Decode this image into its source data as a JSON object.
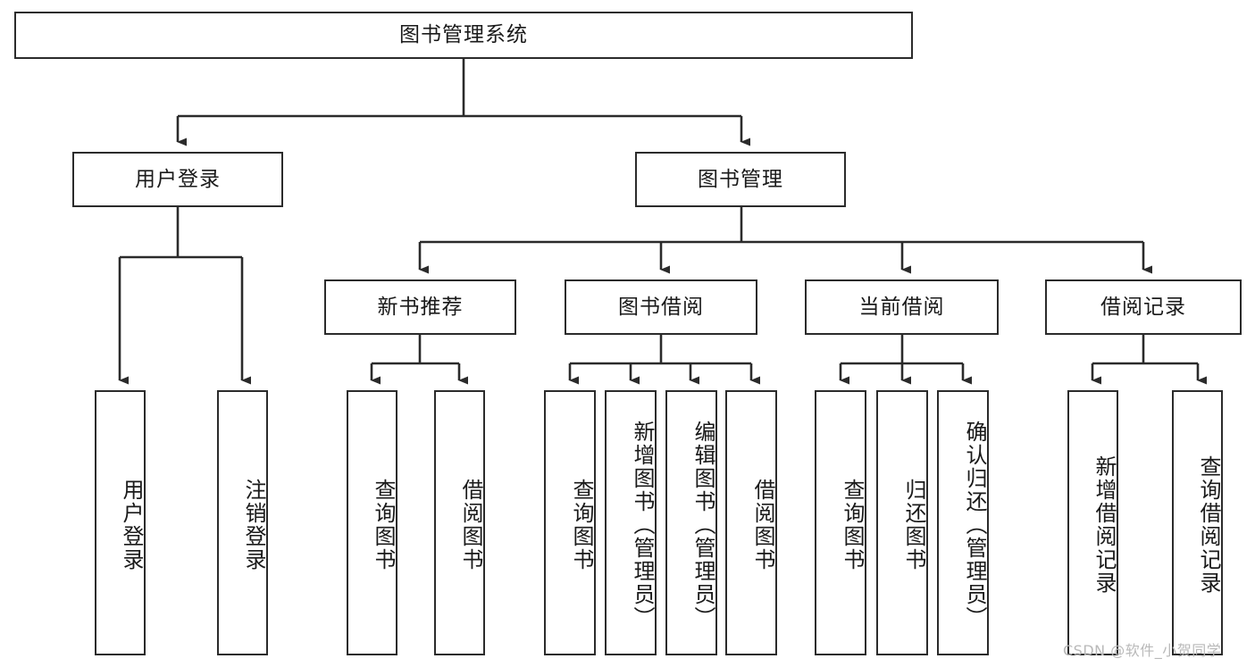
{
  "diagram": {
    "type": "tree",
    "title": "图书管理系统",
    "orientation": "top-down",
    "colors": {
      "stroke": "#2b2b2b",
      "fill": "#ffffff",
      "text": "#1a1a1a",
      "watermark": "#b9b9b9"
    },
    "root": {
      "label": "图书管理系统"
    },
    "level2": [
      {
        "label": "用户登录"
      },
      {
        "label": "图书管理"
      }
    ],
    "level3": [
      {
        "label": "新书推荐"
      },
      {
        "label": "图书借阅"
      },
      {
        "label": "当前借阅"
      },
      {
        "label": "借阅记录"
      }
    ],
    "leaves": {
      "user_login": [
        {
          "label": "用户登录"
        },
        {
          "label": "注销登录"
        }
      ],
      "new_book_recommend": [
        {
          "label": "查询图书"
        },
        {
          "label": "借阅图书"
        }
      ],
      "book_borrow": [
        {
          "label": "查询图书"
        },
        {
          "label": "新增图书（管理员）"
        },
        {
          "label": "编辑图书（管理员）"
        },
        {
          "label": "借阅图书"
        }
      ],
      "current_borrow": [
        {
          "label": "查询图书"
        },
        {
          "label": "归还图书"
        },
        {
          "label": "确认归还（管理员）"
        }
      ],
      "borrow_record": [
        {
          "label": "新增借阅记录"
        },
        {
          "label": "查询借阅记录"
        }
      ]
    }
  },
  "watermark": {
    "text": "CSDN @软件_小贺同学"
  }
}
